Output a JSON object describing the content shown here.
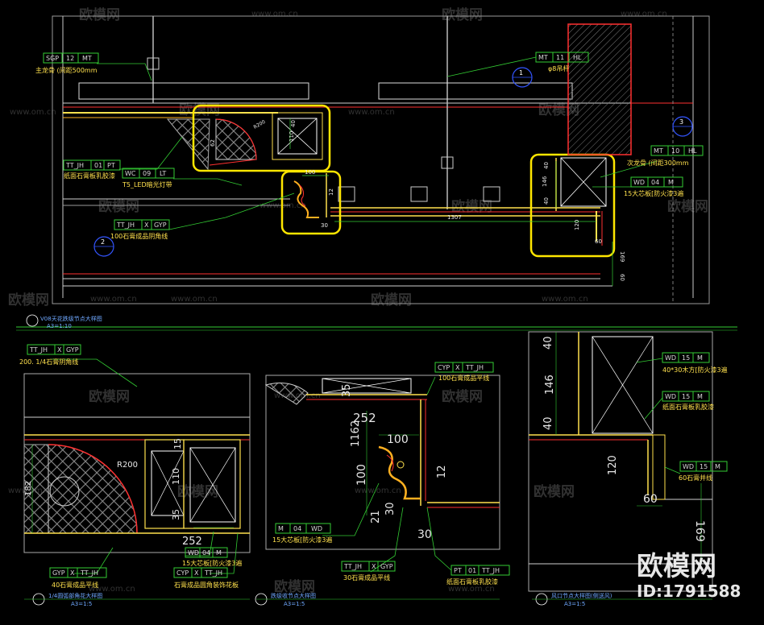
{
  "watermarks": {
    "brand": "欧模网",
    "site": "www.om.cn",
    "big_brand": "欧模网",
    "id": "ID:1791588"
  },
  "tags": {
    "sgp12mt": [
      "SGP",
      "12",
      "MT"
    ],
    "mt11hl": [
      "MT",
      "11",
      "HL"
    ],
    "ttjh01pt": [
      "TT_JH",
      "01",
      "PT"
    ],
    "wc09lt": [
      "WC",
      "09",
      "LT"
    ],
    "ttjhxgyp": [
      "TT_JH",
      "X",
      "GYP"
    ],
    "mt10hl": [
      "MT",
      "10",
      "HL"
    ],
    "wd04m_top": [
      "WD",
      "04",
      "M"
    ],
    "ttjhxgyp_b1": [
      "TT_JH",
      "X",
      "GYP"
    ],
    "wd04m_b1": [
      "WD",
      "04",
      "M"
    ],
    "gypxttjh_b1": [
      "GYP",
      "X",
      "TT_JH"
    ],
    "cypxttjh_b1": [
      "CYP",
      "X",
      "TT_JH"
    ],
    "cypxttjh_b2": [
      "CYP",
      "X",
      "TT_JH"
    ],
    "m04wd_b2": [
      "M",
      "04",
      "WD"
    ],
    "ttjhxgyp_b2": [
      "TT_JH",
      "X",
      "GYP"
    ],
    "pt01ttjh_b2": [
      "PT",
      "01",
      "TT_JH"
    ],
    "wd15m_b3a": [
      "WD",
      "15",
      "M"
    ],
    "wd15m_b3b": [
      "WD",
      "15",
      "M"
    ],
    "wd15m_b3c": [
      "WD",
      "15",
      "M"
    ]
  },
  "labels": {
    "main_keel": "主龙骨 (间距500mm",
    "rod": "φ8吊杆",
    "paper_gyp": "纸面石膏板乳胶漆",
    "led": "T5_LED暗光灯带",
    "cornice100": "100石膏成品阴角线",
    "sec_keel": "次龙骨 (间距300mm",
    "core15": "15大芯板[防火漆3遍",
    "b1_cornice": "200. 1/4石膏阴角线",
    "b1_core15": "15大芯板[防火漆3遍",
    "b1_flat40": "40石膏成品平线",
    "b1_carved": "石膏成品圆角装饰花板",
    "b2_flat100": "100石膏成品平线",
    "b2_core15": "15大芯板[防火漆3遍",
    "b2_flat30": "30石膏成品平线",
    "b2_paper": "纸面石膏板乳胶漆",
    "b3_wood": "40*30木方[防火漆3遍",
    "b3_paper": "纸面石膏板乳胶漆",
    "b3_line60": "60石膏并线"
  },
  "dims": {
    "d40a": "40",
    "d110a": "110",
    "d62": "62",
    "r200a": "R200",
    "d100a": "100",
    "d12a": "12",
    "d30a": "30",
    "d1307": "1307",
    "d40b": "40",
    "d146a": "146",
    "d40c": "40",
    "d120a": "120",
    "d60a": "60",
    "d169a": "169",
    "d60b": "60",
    "b1_15": "15",
    "b1_110": "110",
    "b1_35": "35",
    "b1_252": "252",
    "b1_r200": "R200",
    "b1_182": "182",
    "b2_35": "35",
    "b2_252": "252",
    "b2_1162": "1162",
    "b2_100a": "100",
    "b2_100b": "100",
    "b2_12": "12",
    "b2_21": "21",
    "b2_30a": "30",
    "b2_30b": "30",
    "b3_40a": "40",
    "b3_146": "146",
    "b3_40b": "40",
    "b3_120": "120",
    "b3_60": "60",
    "b3_169": "169"
  },
  "markers": {
    "m1": "1",
    "m2": "2",
    "m3": "3"
  },
  "captions": {
    "top_title": "V08天花跌级节点大样图",
    "top_scale": "A3=1:10",
    "b1_title": "1/4圆弧部角花大样图",
    "b1_scale": "A3=1:5",
    "b2_title": "跌级收节点大样图",
    "b2_scale": "A3=1:5",
    "b3_title": "风口节点大样图(侧送风)",
    "b3_scale": "A3=1:5"
  },
  "colors": {
    "highlight": "#ffe600",
    "cad_green": "#33cc33",
    "cad_red": "#ff2a2a",
    "dimension": "#e8e8e8"
  }
}
